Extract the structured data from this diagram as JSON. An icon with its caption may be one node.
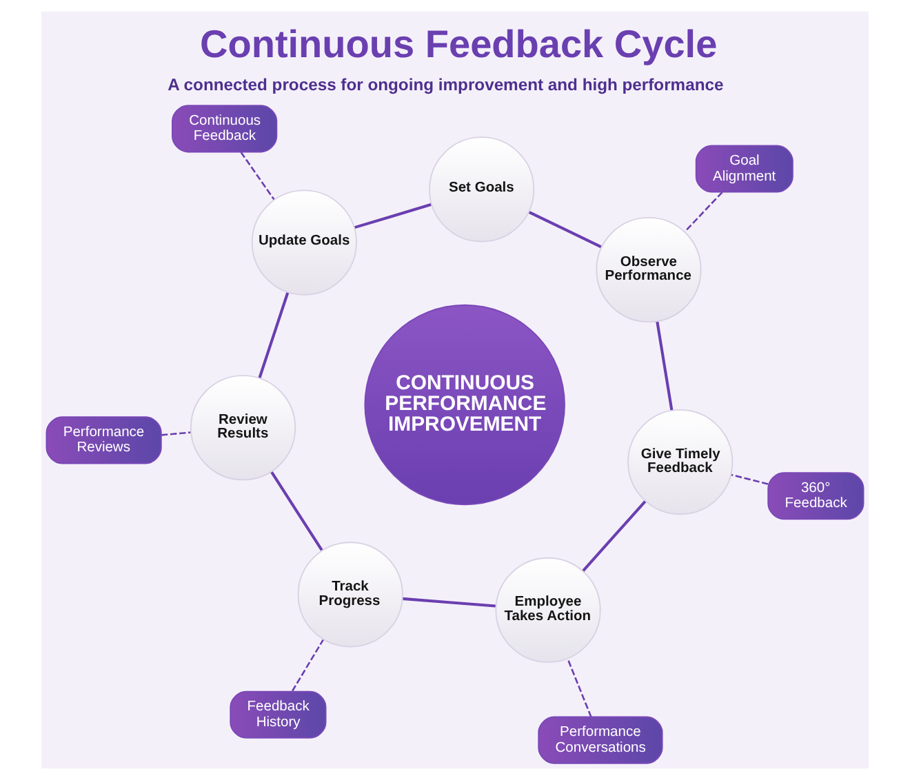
{
  "diagram": {
    "title": "Continuous Feedback Cycle",
    "caption": "A connected process for ongoing improvement and high performance",
    "nodes": [
      {
        "text": [
          "Set Goals"
        ]
      },
      {
        "text": [
          "Observe Performance"
        ]
      },
      {
        "text": [
          "Give Timely Feedback"
        ]
      },
      {
        "text": [
          "Employee Takes Action"
        ]
      },
      {
        "text": [
          "Track Progress"
        ]
      },
      {
        "text": [
          "Review Results"
        ]
      },
      {
        "text": [
          "Update Goals"
        ]
      },
      {
        "text": [
          "CONTINUOUS PERFORMANCE IMPROVEMENT"
        ]
      },
      {
        "text": [
          "Continuous Feedback"
        ]
      },
      {
        "text": [
          "Goal Alignment"
        ]
      },
      {
        "text": [
          "Performance Reviews"
        ]
      },
      {
        "text": [
          "360° Feedback"
        ]
      },
      {
        "text": [
          "Feedback History"
        ]
      },
      {
        "text": [
          "Performance Conversations"
        ]
      }
    ],
    "edges": [
      {
        "from": 0,
        "to": 1,
        "arrow": "none"
      },
      {
        "from": 1,
        "to": 2,
        "arrow": "none"
      },
      {
        "from": 2,
        "to": 3,
        "arrow": "none"
      },
      {
        "from": 3,
        "to": 4,
        "arrow": "none"
      },
      {
        "from": 4,
        "to": 5,
        "arrow": "none"
      },
      {
        "from": 5,
        "to": 6,
        "arrow": "none"
      },
      {
        "from": 6,
        "to": 0,
        "arrow": "none"
      },
      {
        "from": 8,
        "to": 6,
        "arrow": "none",
        "style": "dashed"
      },
      {
        "from": 9,
        "to": 1,
        "arrow": "none",
        "style": "dashed"
      },
      {
        "from": 10,
        "to": 5,
        "arrow": "none",
        "style": "dashed"
      },
      {
        "from": 11,
        "to": 2,
        "arrow": "none",
        "style": "dashed"
      },
      {
        "from": 12,
        "to": 4,
        "arrow": "none",
        "style": "dashed"
      },
      {
        "from": 13,
        "to": 3,
        "arrow": "none",
        "style": "dashed"
      }
    ]
  }
}
